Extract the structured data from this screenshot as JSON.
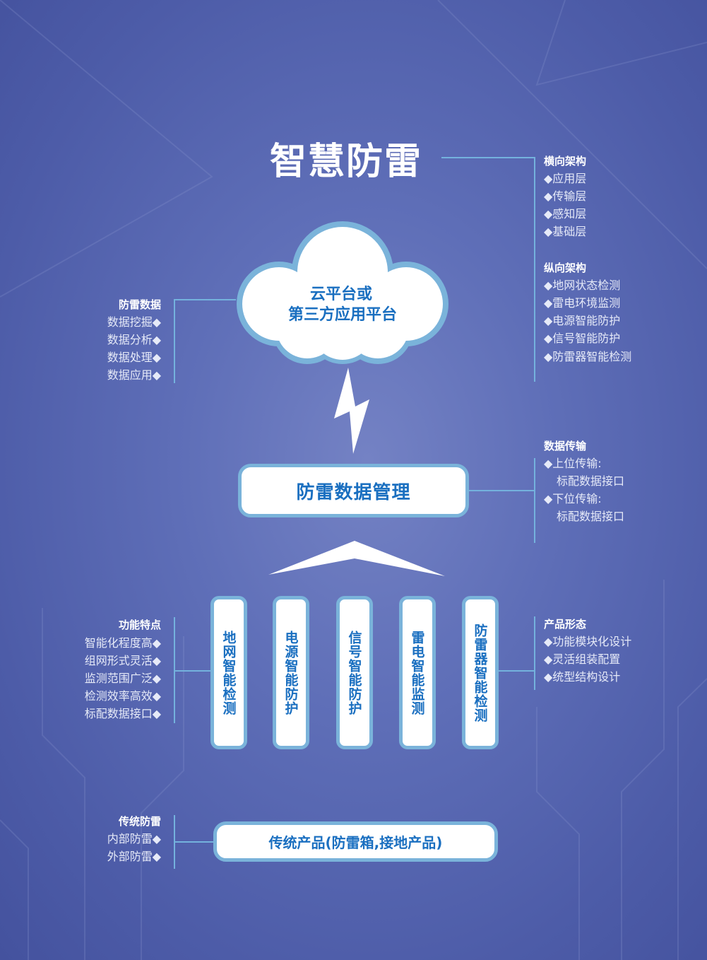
{
  "title": "智慧防雷",
  "cloud": {
    "line1": "云平台或",
    "line2": "第三方应用平台"
  },
  "management_box": "防雷数据管理",
  "traditional_box": "传统产品(防雷箱,接地产品)",
  "columns": [
    "地网智能检测",
    "电源智能防护",
    "信号智能防护",
    "雷电智能监测",
    "防雷器智能检测"
  ],
  "right_groups": {
    "horizontal": {
      "header": "横向架构",
      "items": [
        "◆应用层",
        "◆传输层",
        "◆感知层",
        "◆基础层"
      ]
    },
    "vertical": {
      "header": "纵向架构",
      "items": [
        "◆地网状态检测",
        "◆雷电环境监测",
        "◆电源智能防护",
        "◆信号智能防护",
        "◆防雷器智能检测"
      ]
    },
    "transmission": {
      "header": "数据传输",
      "items": [
        "◆上位传输:",
        "标配数据接口",
        "◆下位传输:",
        "标配数据接口"
      ]
    },
    "product": {
      "header": "产品形态",
      "items": [
        "◆功能模块化设计",
        "◆灵活组装配置",
        "◆统型结构设计"
      ]
    }
  },
  "left_groups": {
    "data": {
      "header": "防雷数据",
      "items": [
        "数据挖掘◆",
        "数据分析◆",
        "数据处理◆",
        "数据应用◆"
      ]
    },
    "features": {
      "header": "功能特点",
      "items": [
        "智能化程度高◆",
        "组网形式灵活◆",
        "监测范围广泛◆",
        "检测效率高效◆",
        "标配数据接口◆"
      ]
    },
    "traditional": {
      "header": "传统防雷",
      "items": [
        "内部防雷◆",
        "外部防雷◆"
      ]
    }
  },
  "colors": {
    "accent": "#1a6fc0",
    "line": "#74b2dd",
    "border": "#7ab3da"
  }
}
